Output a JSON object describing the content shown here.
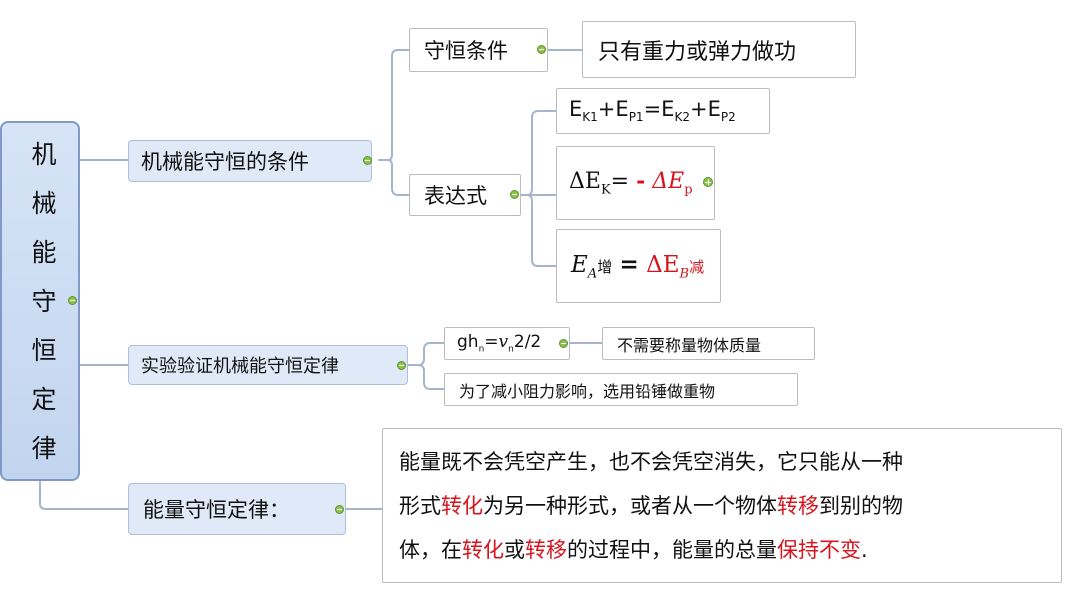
{
  "root": {
    "label": "机械能守恒定律",
    "chars": [
      "机",
      "械",
      "能",
      "守",
      "恒",
      "定",
      "律"
    ]
  },
  "branch1": {
    "label": "机械能守恒的条件",
    "condition": {
      "label": "守恒条件",
      "value": "只有重力或弹力做功"
    },
    "expression": {
      "label": "表达式",
      "formula1": {
        "E": "E",
        "k1": "K1",
        "plus": "+",
        "p1": "P1",
        "eq": "=",
        "k2": "K2",
        "p2": "P2"
      },
      "formula2": {
        "delta": "ΔE",
        "k": "K",
        "eq": "=",
        "minus": "-",
        "rhs": "ΔE",
        "p": "p"
      },
      "formula3": {
        "E": "E",
        "sub": "A",
        "zeng": "增",
        "eq": "=",
        "rhs": "ΔE",
        "rsub": "B",
        "jian": "减"
      }
    }
  },
  "branch2": {
    "label": "实验验证机械能守恒定律",
    "formula": {
      "gh": "gh",
      "n1": "n",
      "eq": "=",
      "v": "v",
      "n2": "n",
      "tail": "2/2"
    },
    "note1": "不需要称量物体质量",
    "note2": "为了减小阻力影响，选用铅锤做重物"
  },
  "branch3": {
    "label": "能量守恒定律：",
    "text": {
      "line1": "能量既不会凭空产生，也不会凭空消失，它只能从一种",
      "line2a": "形式",
      "line2b": "转化",
      "line2c": "为另一种形式，或者从一个物体",
      "line2d": "转移",
      "line2e": "到别的物",
      "line3a": "体，在",
      "line3b": "转化",
      "line3c": "或",
      "line3d": "转移",
      "line3e": "的过程中，能量的总量",
      "line3f": "保持不变",
      "line3g": "."
    }
  },
  "colors": {
    "highlight": "#d5141e",
    "connector": "#a6b4cc",
    "node_fill": "#dfe9f7",
    "toggle": "#8bc34a"
  }
}
